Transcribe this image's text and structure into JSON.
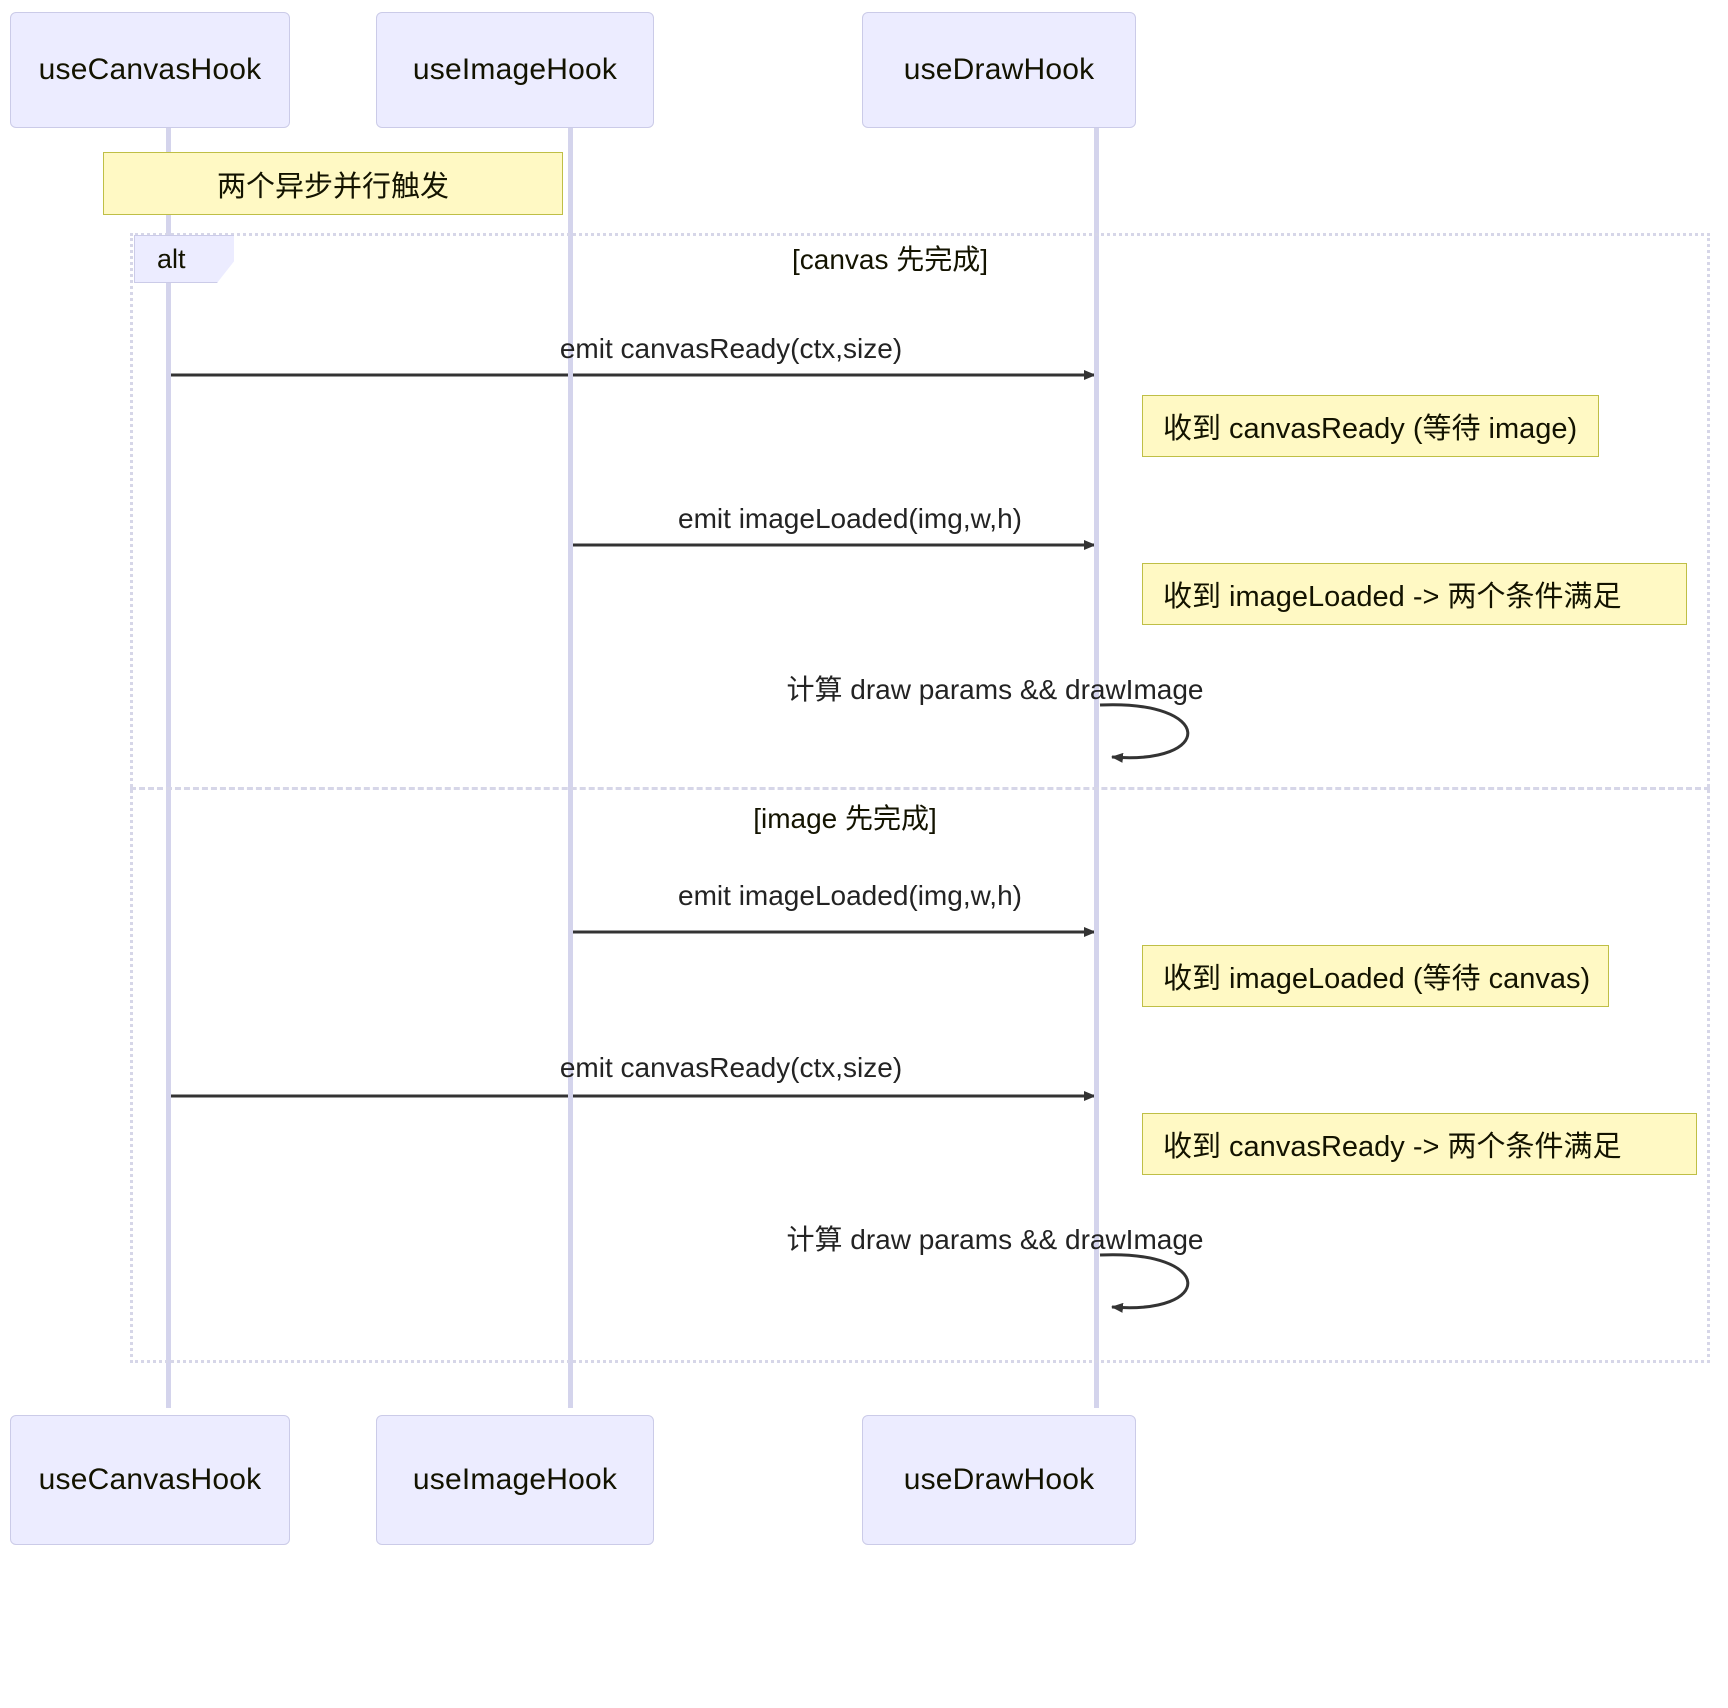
{
  "diagram": {
    "type": "sequence-diagram",
    "title": "",
    "colors": {
      "actor_fill": "#ECECFF",
      "actor_stroke": "#CBCBE8",
      "lifeline": "#D4D4EC",
      "note_fill": "#FFF9C4",
      "note_stroke": "#BFBF46",
      "frame_stroke": "#D6D6E8",
      "arrow": "#333333",
      "text": "#131300"
    }
  },
  "participants": [
    {
      "id": "canvas",
      "label": "useCanvasHook"
    },
    {
      "id": "image",
      "label": "useImageHook"
    },
    {
      "id": "draw",
      "label": "useDrawHook"
    }
  ],
  "participants_bottom": [
    {
      "id": "canvas",
      "label": "useCanvasHook"
    },
    {
      "id": "image",
      "label": "useImageHook"
    },
    {
      "id": "draw",
      "label": "useDrawHook"
    }
  ],
  "top_note": {
    "text": "两个异步并行触发"
  },
  "fragment": {
    "keyword": "alt",
    "branches": [
      {
        "condition": "[canvas 先完成]"
      },
      {
        "condition": "[image 先完成]"
      }
    ]
  },
  "messages": [
    {
      "id": "m1",
      "from": "canvas",
      "to": "draw",
      "label": "emit canvasReady(ctx,size)",
      "kind": "solid-arrow"
    },
    {
      "id": "m2",
      "from": "image",
      "to": "draw",
      "label": "emit imageLoaded(img,w,h)",
      "kind": "solid-arrow"
    },
    {
      "id": "m3",
      "from": "draw",
      "to": "draw",
      "label": "计算 draw params && drawImage",
      "kind": "self-loop"
    },
    {
      "id": "m4",
      "from": "image",
      "to": "draw",
      "label": "emit imageLoaded(img,w,h)",
      "kind": "solid-arrow"
    },
    {
      "id": "m5",
      "from": "canvas",
      "to": "draw",
      "label": "emit canvasReady(ctx,size)",
      "kind": "solid-arrow"
    },
    {
      "id": "m6",
      "from": "draw",
      "to": "draw",
      "label": "计算 draw params && drawImage",
      "kind": "self-loop"
    }
  ],
  "notes": [
    {
      "id": "n1",
      "text": "收到 canvasReady (等待 image)"
    },
    {
      "id": "n2",
      "text": "收到 imageLoaded -> 两个条件满足"
    },
    {
      "id": "n3",
      "text": "收到 imageLoaded (等待 canvas)"
    },
    {
      "id": "n4",
      "text": "收到 canvasReady -> 两个条件满足"
    }
  ]
}
